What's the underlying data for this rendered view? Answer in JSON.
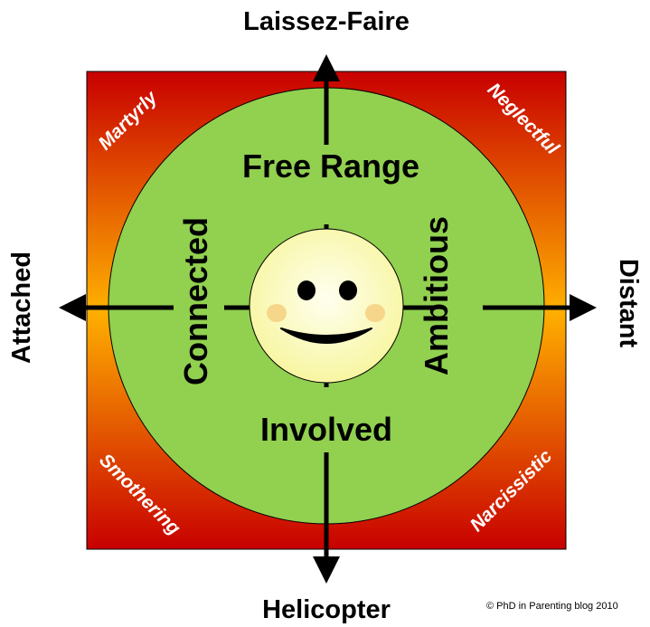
{
  "axes": {
    "top": "Laissez-Faire",
    "bottom": "Helicopter",
    "left": "Attached",
    "right": "Distant"
  },
  "inner": {
    "top": "Free Range",
    "bottom": "Involved",
    "left": "Connected",
    "right": "Ambitious"
  },
  "corners": {
    "top_left": "Martyrly",
    "top_right": "Neglectful",
    "bottom_left": "Smothering",
    "bottom_right": "Narcissistic"
  },
  "credit": "© PhD in Parenting blog 2010",
  "colors": {
    "square_edge": "#c80000",
    "square_mid": "#ffb000",
    "circle_fill": "#92d050",
    "face_fill": "#fdfdb0",
    "cheek": "#f6d68a"
  },
  "icons": [
    "smiley-face-icon"
  ]
}
